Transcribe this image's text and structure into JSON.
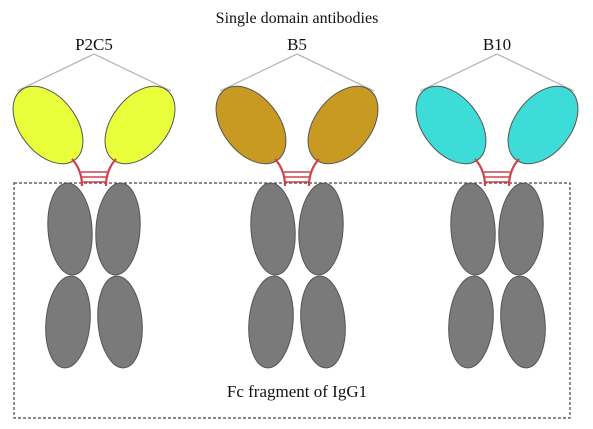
{
  "title": "Single domain antibodies",
  "footer_label": "Fc fragment of IgG1",
  "antibodies": [
    {
      "label": "P2C5",
      "domain_color": "#eaff3c"
    },
    {
      "label": "B5",
      "domain_color": "#c99a22"
    },
    {
      "label": "B10",
      "domain_color": "#3ddcd8"
    }
  ],
  "colors": {
    "heavy_chain": "#7a7a7a",
    "hinge": "#d0434a",
    "connector_lines": "#b8b8b8",
    "region_border": "#444444"
  }
}
